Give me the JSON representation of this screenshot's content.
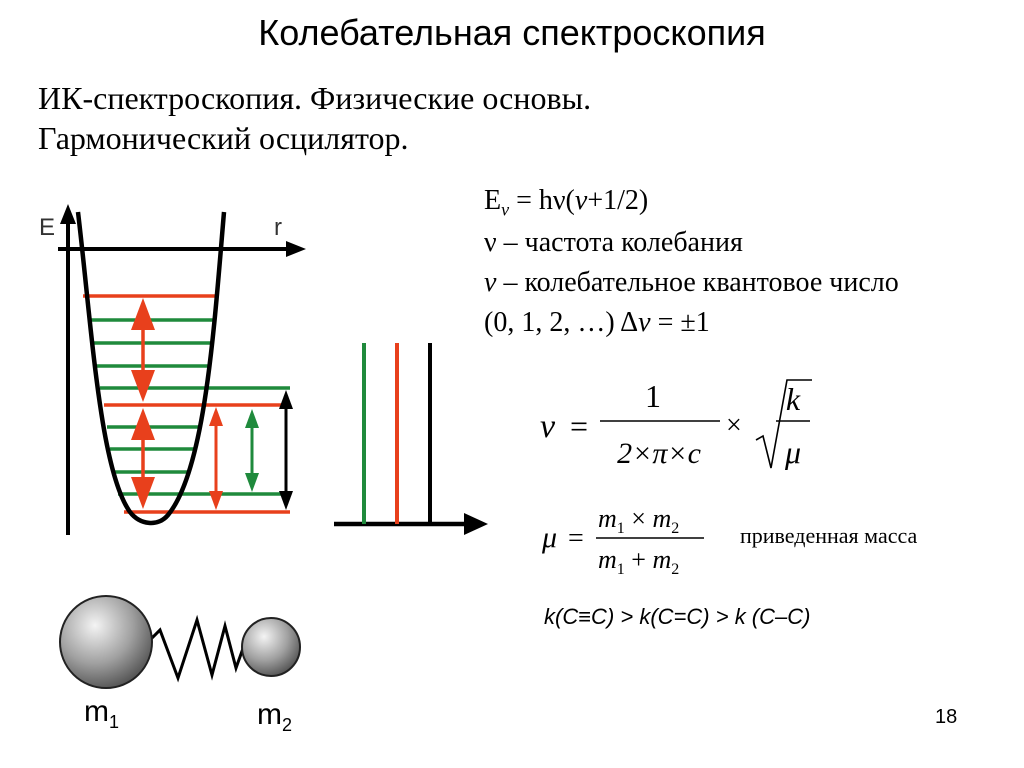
{
  "title": "Колебательная спектроскопия",
  "subtitle": {
    "line1": "ИК-спектроскопия. Физические основы.",
    "line2": "Гармонический осцилятор."
  },
  "energy_formula": {
    "E": "E",
    "sub_v": "v",
    "rest1": " = hν(",
    "v": "v",
    "rest2": "+1/2)"
  },
  "definitions": {
    "nu_line": "ν – частота колебания",
    "v_symbol": "v",
    "v_line": " – колебательное квантовое число",
    "quantum_numbers": "(0, 1, 2, …) ",
    "delta": "Δ",
    "dv_v": "v",
    "selection_rule": " = ±1"
  },
  "diagram": {
    "axis_e": "E",
    "axis_r": "r",
    "colors": {
      "red": "#e8401c",
      "green": "#1f8a3c",
      "black": "#000000"
    }
  },
  "formula_nu": {
    "lhs": "ν",
    "eq": "=",
    "numerator": "1",
    "denominator": "2×π×c",
    "times": "×",
    "sqrt_num": "k",
    "sqrt_den": "μ"
  },
  "formula_mu": {
    "lhs": "μ",
    "eq": "=",
    "num_m1": "m",
    "num_m1_sub": "1",
    "num_op": " × ",
    "num_m2": "m",
    "num_m2_sub": "2",
    "den_m1": "m",
    "den_m1_sub": "1",
    "den_op": " + ",
    "den_m2": "m",
    "den_m2_sub": "2"
  },
  "reduced_mass_label": "приведенная масса",
  "bond_comparison": "k(C≡C) > k(C=C) > k (C–C)",
  "masses": {
    "m1": "m",
    "m1_sub": "1",
    "m2": "m",
    "m2_sub": "2"
  },
  "page_number": "18"
}
